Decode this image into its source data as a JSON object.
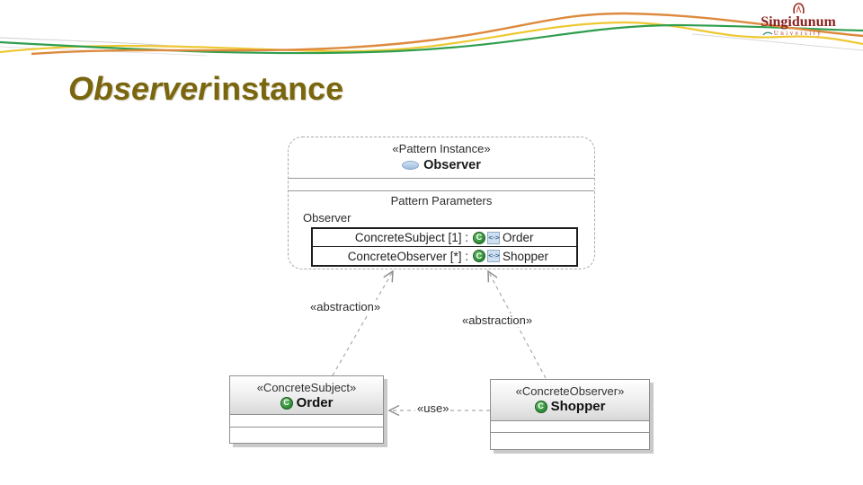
{
  "slide": {
    "title": {
      "word1": "Observer",
      "word2": "instance"
    },
    "title_color": "#7a660f"
  },
  "logo": {
    "name": "Singidunum",
    "subtitle": "University",
    "name_color": "#8a1f1f"
  },
  "decor": {
    "orange": "#dd8a3e",
    "green": "#2f9e4e",
    "yellow": "#eec832",
    "gray": "#d0d0d0"
  },
  "icons": {
    "class_letter": "C",
    "link_glyph": "<->"
  },
  "pattern_box": {
    "stereotype": "«Pattern Instance»",
    "name": "Observer",
    "section_title": "Pattern Parameters",
    "role_label": "Observer",
    "parameters": [
      {
        "label": "ConcreteSubject [1] :",
        "value": "Order"
      },
      {
        "label": "ConcreteObserver [*] :",
        "value": "Shopper"
      }
    ]
  },
  "connectors": {
    "left_abstraction": "«abstraction»",
    "right_abstraction": "«abstraction»",
    "use": "«use»"
  },
  "classes": [
    {
      "stereotype": "«ConcreteSubject»",
      "name": "Order"
    },
    {
      "stereotype": "«ConcreteObserver»",
      "name": "Shopper"
    }
  ]
}
